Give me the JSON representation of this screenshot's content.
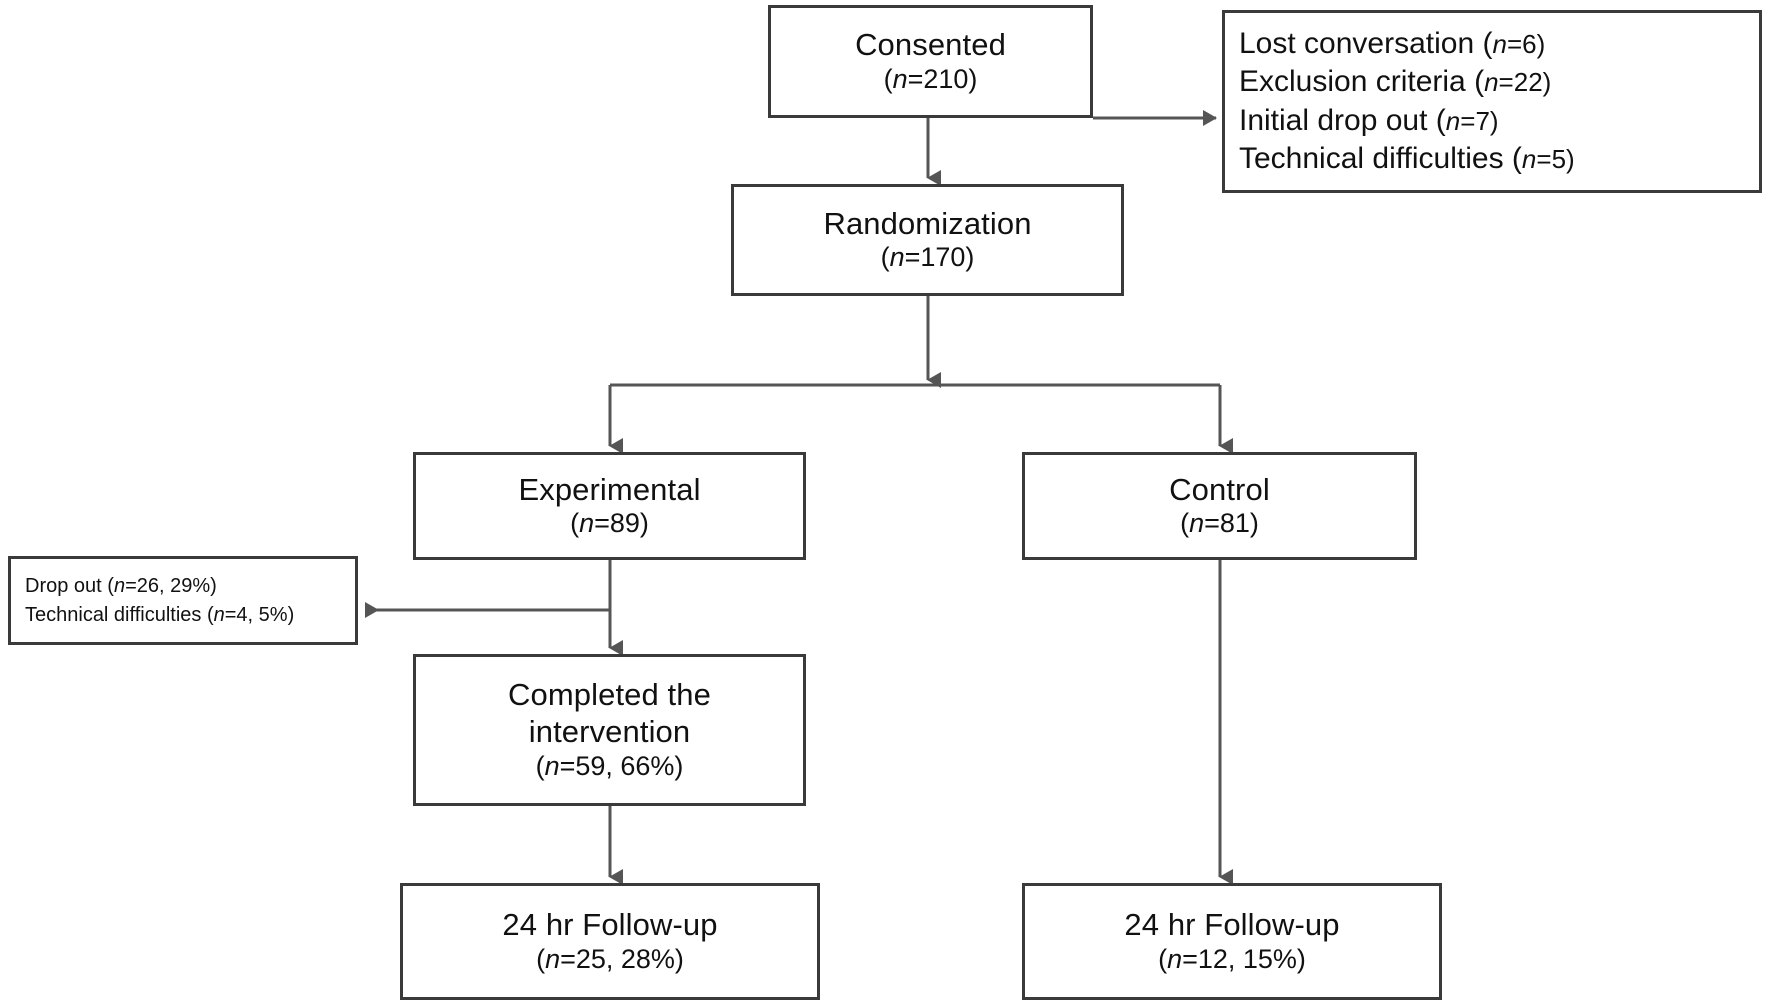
{
  "diagram": {
    "type": "consort-flow-diagram",
    "title": "",
    "colors": {
      "box_border": "#3a3a3a",
      "arrow": "#555555",
      "text": "#111111",
      "background": "#ffffff"
    },
    "nodes": {
      "consented": {
        "label": "Consented",
        "count_prefix": "(",
        "count_n": "n",
        "count_value": "=210)"
      },
      "excluded": {
        "lines": [
          {
            "label": "Lost conversation ",
            "n": "n",
            "value": "=6)",
            "open": "("
          },
          {
            "label": "Exclusion criteria ",
            "n": "n",
            "value": "=22)",
            "open": "("
          },
          {
            "label": "Initial drop out ",
            "n": "n",
            "value": "=7)",
            "open": "("
          },
          {
            "label": "Technical difficulties ",
            "n": "n",
            "value": "=5)",
            "open": "("
          }
        ]
      },
      "randomization": {
        "label": "Randomization",
        "open": "(",
        "n": "n",
        "value": "=170)"
      },
      "experimental": {
        "label": "Experimental",
        "open": "(",
        "n": "n",
        "value": "=89)"
      },
      "control": {
        "label": "Control",
        "open": "(",
        "n": "n",
        "value": "=81)"
      },
      "attrition": {
        "lines": [
          {
            "label": "Drop out ",
            "open": "(",
            "n": "n",
            "value": "=26, 29%)"
          },
          {
            "label": "Technical difficulties ",
            "open": "(",
            "n": "n",
            "value": "=4, 5%)"
          }
        ]
      },
      "completed": {
        "label_line1": "Completed the",
        "label_line2": "intervention",
        "open": "(",
        "n": "n",
        "value": "=59, 66%)"
      },
      "followup_experimental": {
        "label": "24 hr Follow-up",
        "open": "(",
        "n": "n",
        "value": "=25, 28%)"
      },
      "followup_control": {
        "label": "24 hr Follow-up",
        "open": "(",
        "n": "n",
        "value": "=12, 15%)"
      }
    }
  }
}
